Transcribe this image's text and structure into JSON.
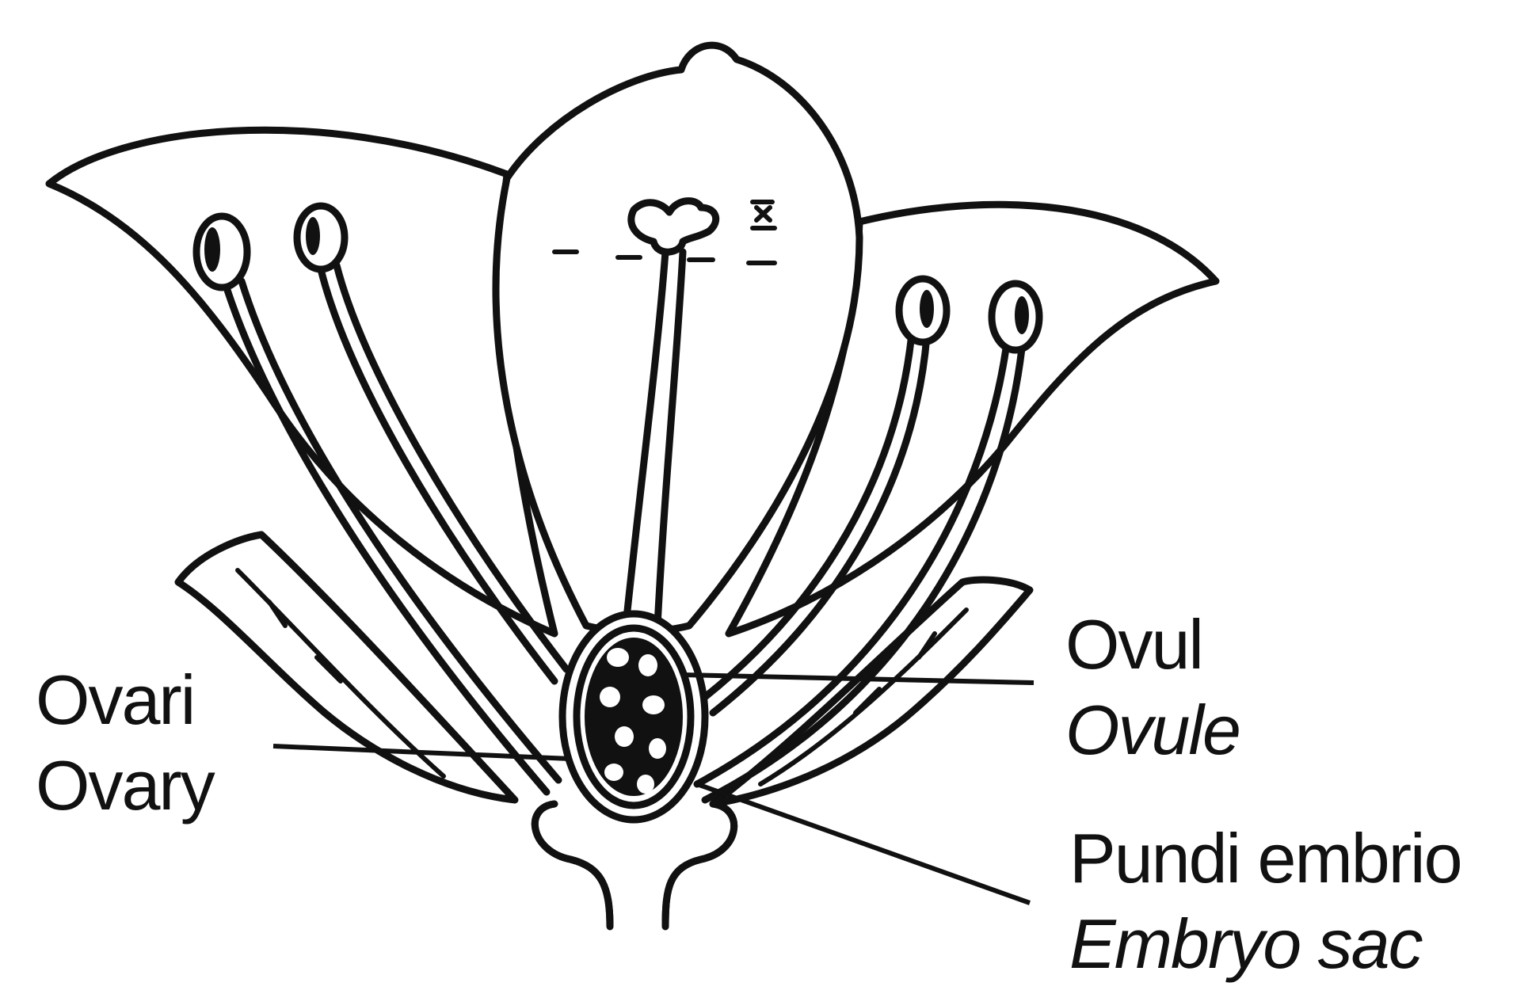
{
  "labels": {
    "ovary_local": "Ovari",
    "ovary_english": "Ovary",
    "ovule_local": "Ovul",
    "ovule_english": "Ovule",
    "embryo_sac_local": "Pundi embrio",
    "embryo_sac_english": "Embryo sac"
  }
}
